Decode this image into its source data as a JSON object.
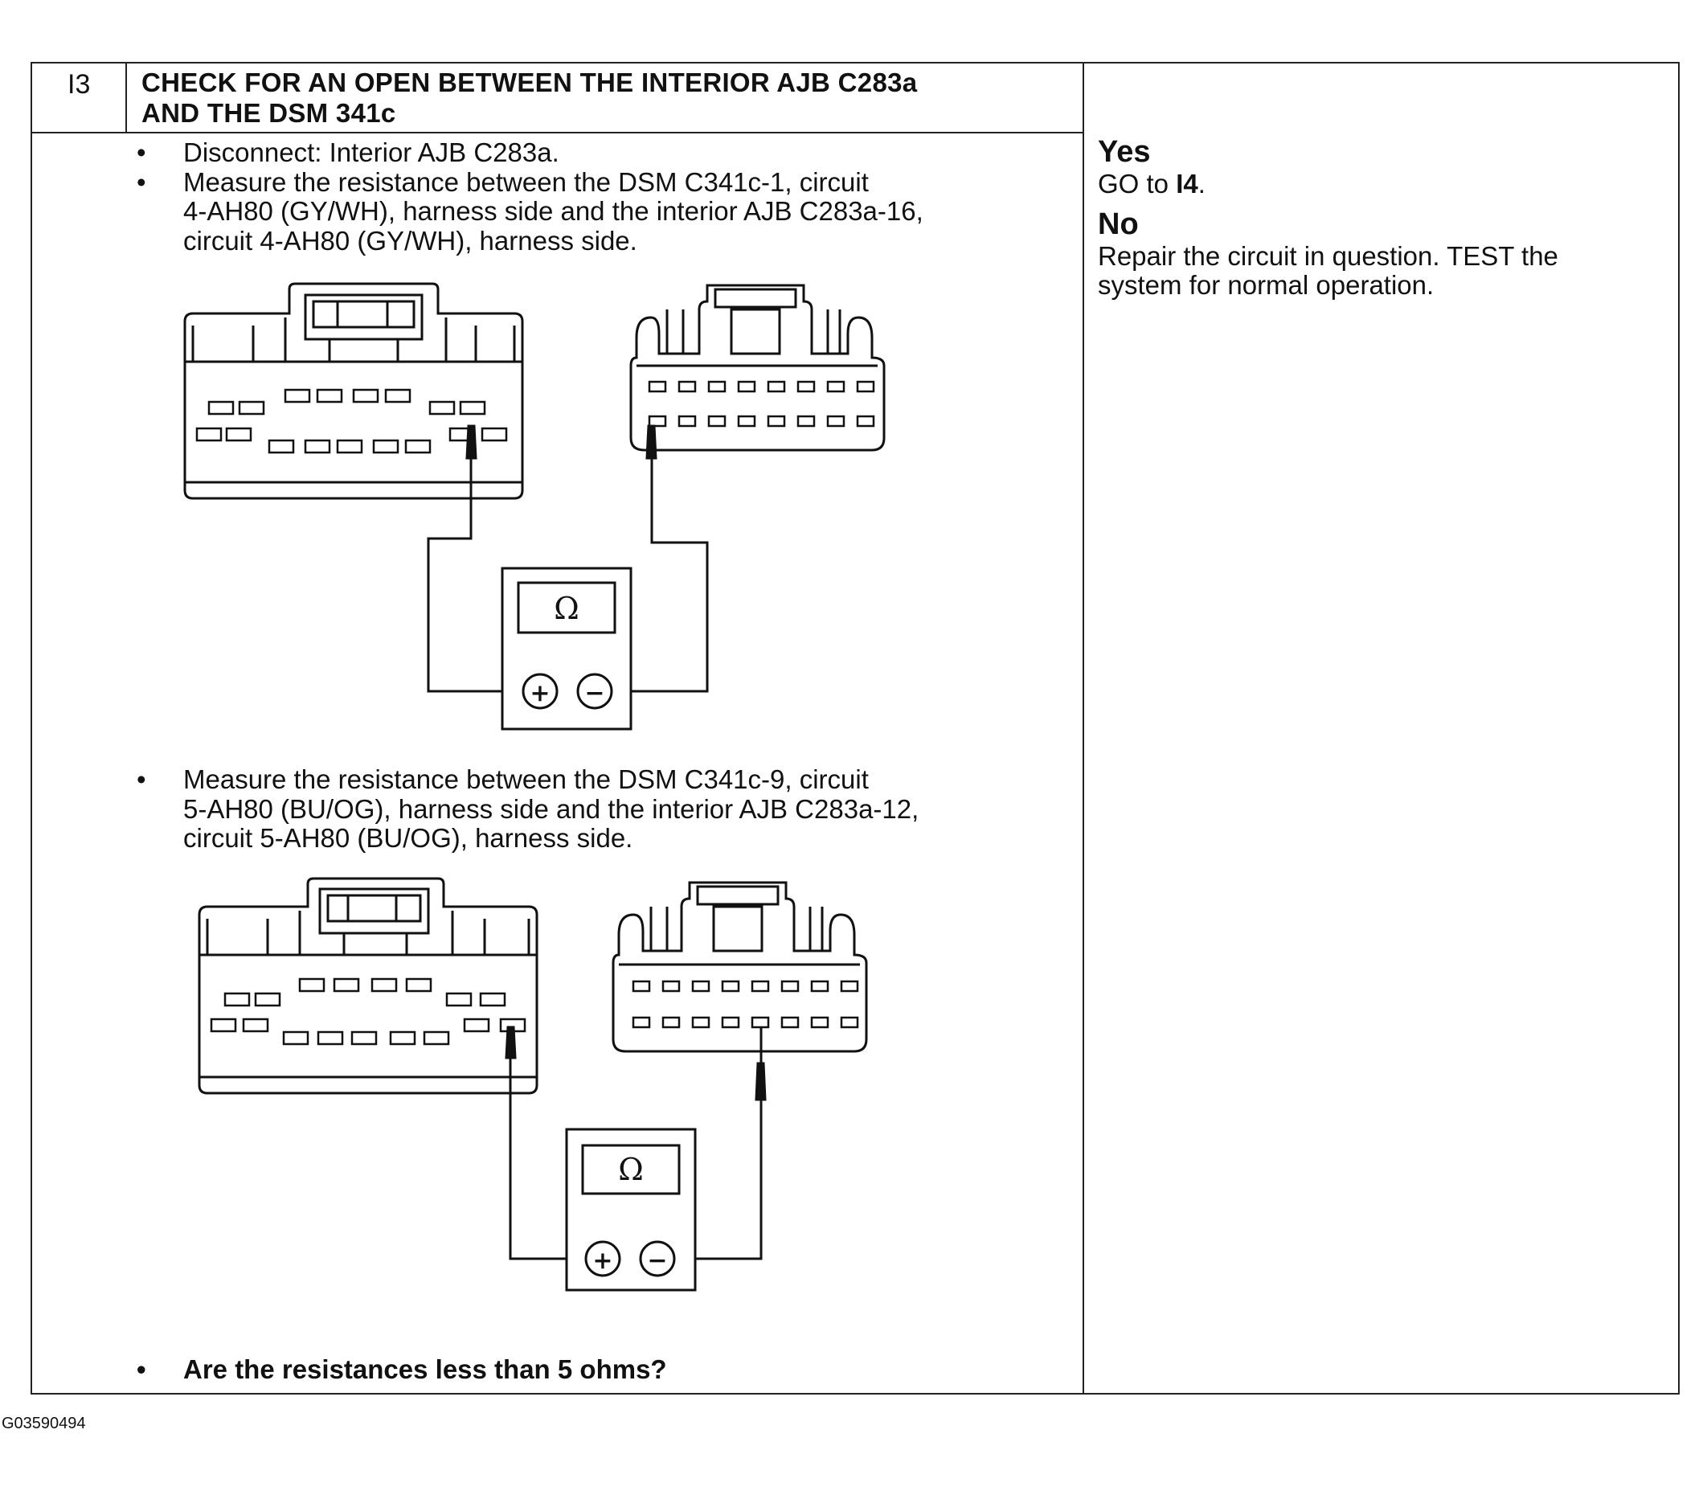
{
  "step": {
    "id": "I3",
    "title_line1": "CHECK FOR AN OPEN BETWEEN THE INTERIOR AJB C283a",
    "title_line2": "AND THE DSM 341c"
  },
  "instructions": {
    "bullet_1": "Disconnect: Interior AJB C283a.",
    "bullet_2_l1": "Measure the resistance between the DSM C341c-1, circuit",
    "bullet_2_l2": "4-AH80 (GY/WH), harness side and the interior AJB C283a-16,",
    "bullet_2_l3": "circuit 4-AH80 (GY/WH), harness side.",
    "bullet_3_l1": "Measure the resistance between the DSM C341c-9, circuit",
    "bullet_3_l2": "5-AH80 (BU/OG), harness side and the interior AJB C283a-12,",
    "bullet_3_l3": "circuit 5-AH80 (BU/OG), harness side.",
    "question": "Are the resistances less than 5 ohms?"
  },
  "results": {
    "yes_label": "Yes",
    "yes_prefix": "GO to ",
    "yes_target": "I4",
    "yes_suffix": ".",
    "no_label": "No",
    "no_text_l1": "Repair the circuit in question. TEST the",
    "no_text_l2": "system for normal operation."
  },
  "meter": {
    "ohm_symbol": "Ω",
    "plus": "+",
    "minus": "−"
  },
  "figure_code": "G03590494"
}
